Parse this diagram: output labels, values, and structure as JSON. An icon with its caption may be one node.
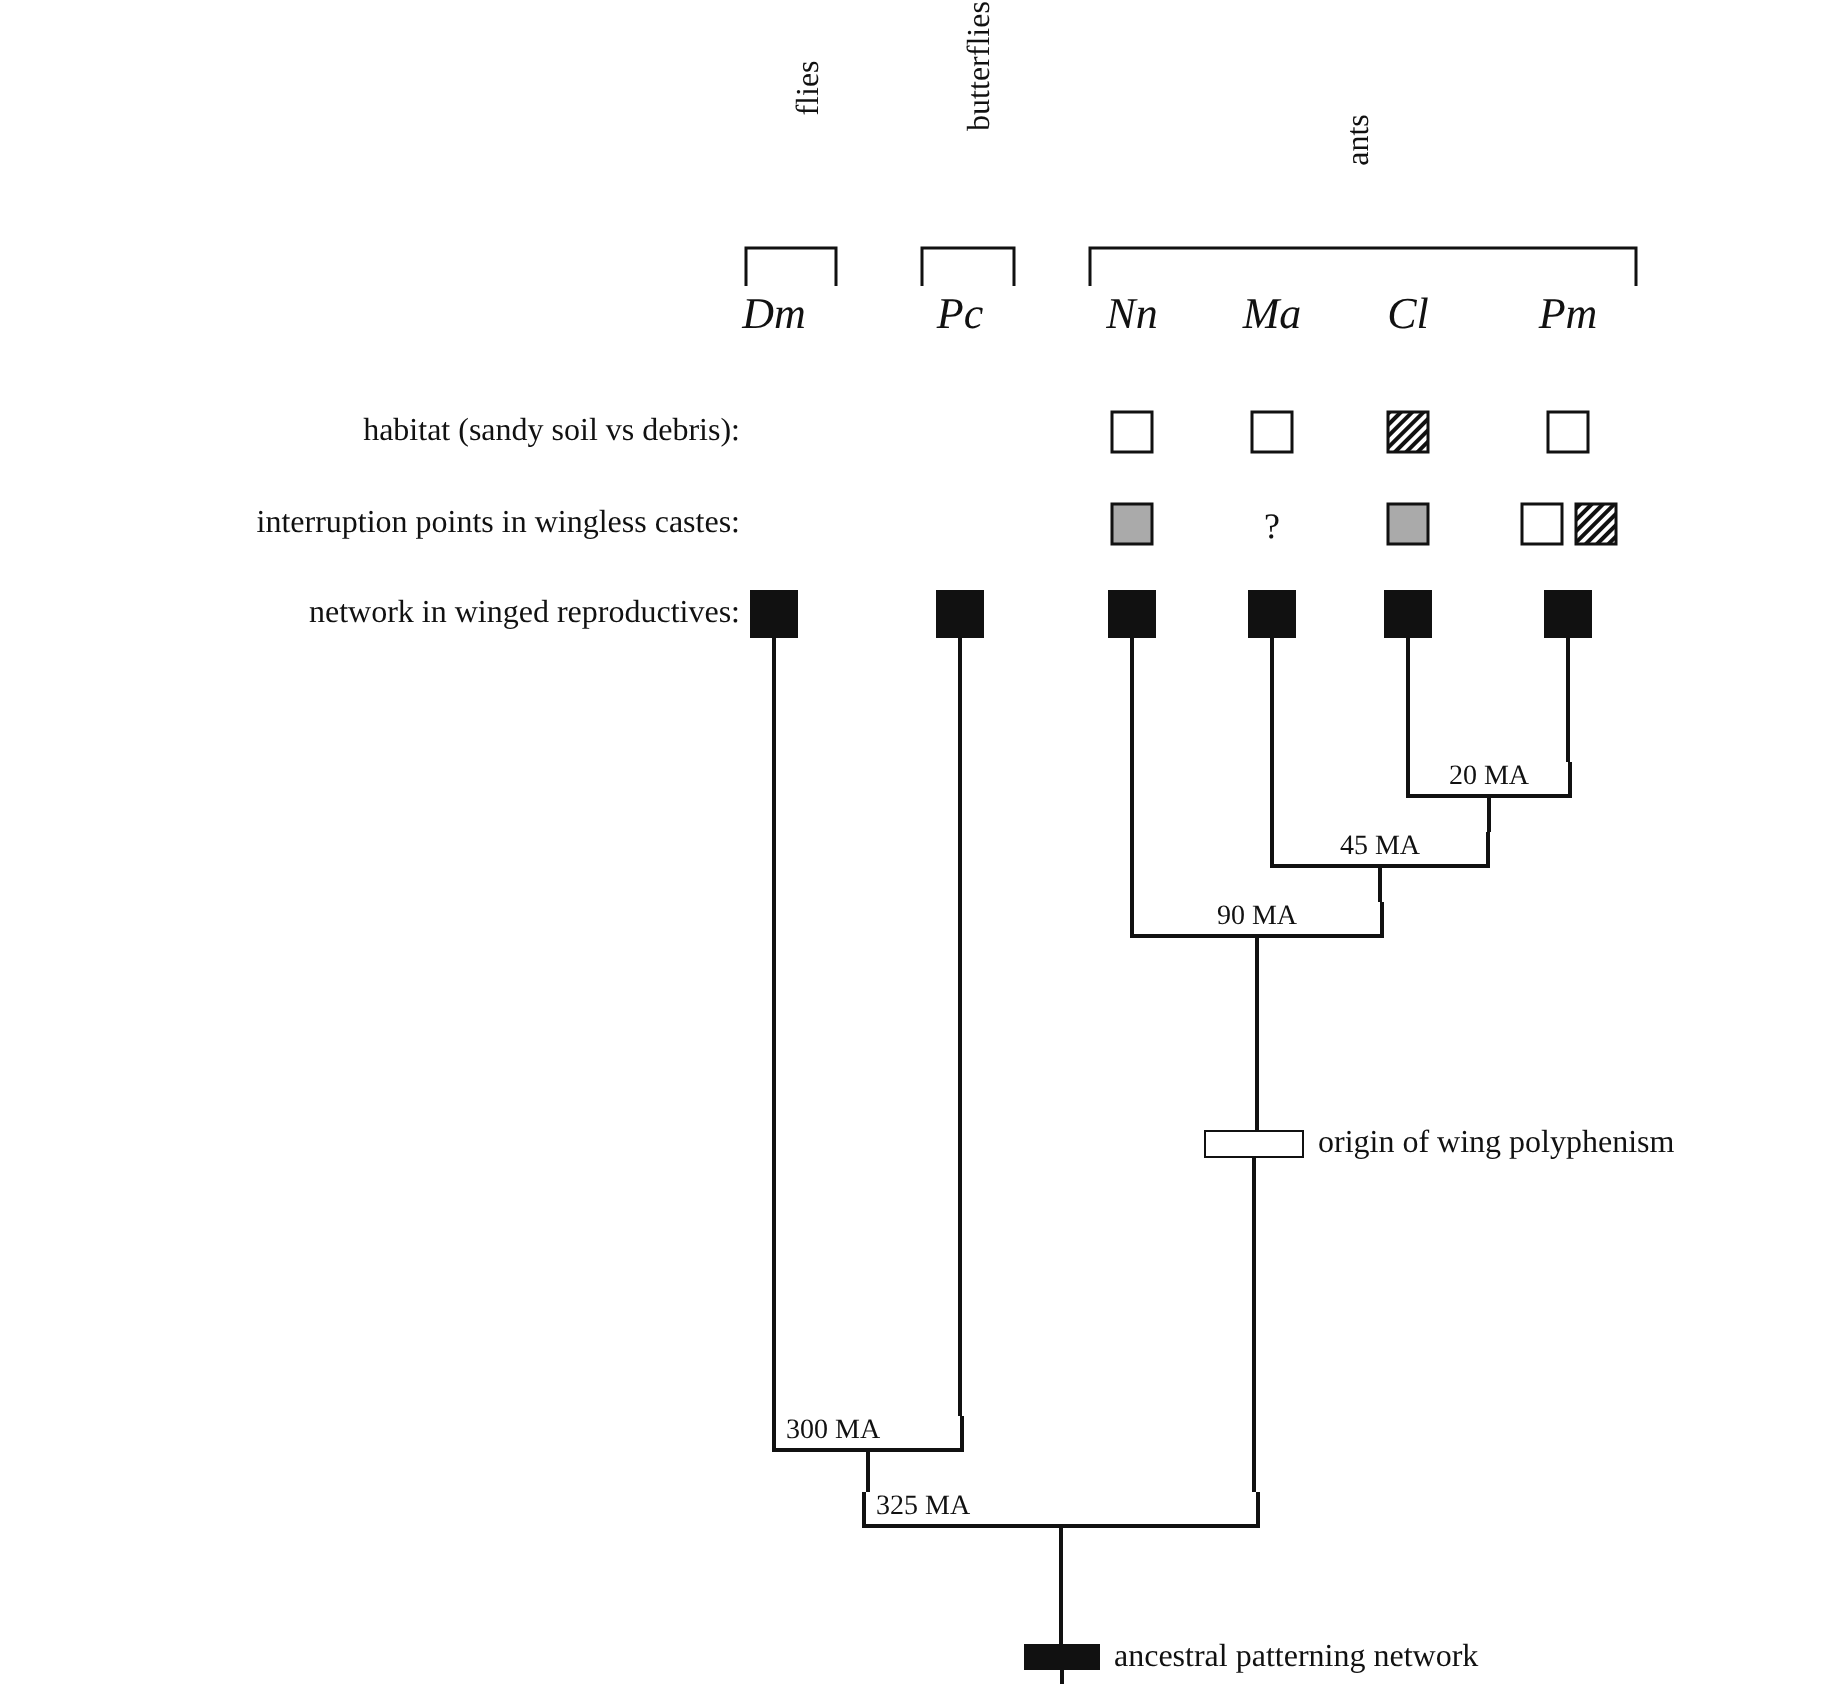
{
  "diagram": {
    "nodes": [
      {
        "text": [],
        "shape": "box"
      },
      {
        "text": [],
        "shape": "box"
      },
      {
        "text": [],
        "shape": "box"
      },
      {
        "text": [],
        "shape": "box"
      },
      {
        "text": [],
        "shape": "box"
      },
      {
        "text": [],
        "shape": "box"
      },
      {
        "text": [
          "20 MA"
        ]
      },
      {
        "text": [
          "45 MA"
        ]
      },
      {
        "text": [
          "90 MA"
        ]
      },
      {
        "text": [],
        "shape": "box",
        "beside": [
          "origin of wing polyphenism"
        ]
      },
      {
        "text": [
          "300 MA"
        ]
      },
      {
        "text": [
          "325 MA"
        ]
      },
      {
        "text": [],
        "shape": "bar",
        "beside": [
          "ancestral patterning network"
        ]
      }
    ],
    "edges": [
      {
        "from": 6,
        "to": 4,
        "arrow": "none"
      },
      {
        "from": 6,
        "to": 5,
        "arrow": "none"
      },
      {
        "from": 7,
        "to": 3,
        "arrow": "none"
      },
      {
        "from": 7,
        "to": 6,
        "arrow": "none"
      },
      {
        "from": 8,
        "to": 2,
        "arrow": "none"
      },
      {
        "from": 8,
        "to": 7,
        "arrow": "none"
      },
      {
        "from": 9,
        "to": 8,
        "arrow": "none"
      },
      {
        "from": 11,
        "to": 9,
        "arrow": "none"
      },
      {
        "from": 10,
        "to": 0,
        "arrow": "none"
      },
      {
        "from": 10,
        "to": 1,
        "arrow": "none"
      },
      {
        "from": 11,
        "to": 10,
        "arrow": "none"
      },
      {
        "from": 12,
        "to": 11,
        "arrow": "none"
      },
      {
        "from": null,
        "to": 12,
        "arrow": "none"
      }
    ],
    "labels": [
      "flies",
      "butterflies",
      "ants",
      "Dm",
      "Pc",
      "Nn",
      "Ma",
      "Cl",
      "Pm",
      "habitat (sandy soil vs debris):",
      "interruption points in wingless castes:",
      "?",
      "network in winged reproductives:"
    ]
  }
}
